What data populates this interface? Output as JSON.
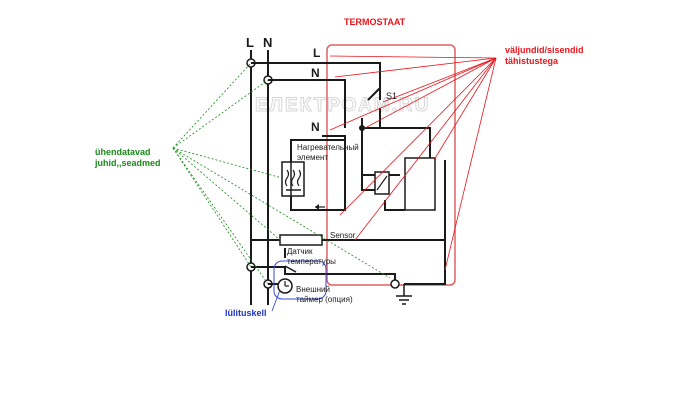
{
  "labels": {
    "termostaat": "TERMOSTAAT",
    "outputs_line1": "väljundid/sisendid",
    "outputs_line2": "tähistustega",
    "connected_line1": "ühendatavad",
    "connected_line2": "juhid,,seadmed",
    "timer_switch": "lülituskell",
    "bus_L": "L",
    "bus_N": "N",
    "term_L": "L",
    "term_N1": "N",
    "term_N2": "N",
    "s1": "S1",
    "heater_line1": "Нагревательный",
    "heater_line2": "элемент",
    "sensor": "Sensor",
    "temp_sensor_line1": "Датчик",
    "temp_sensor_line2": "температуры",
    "ext_timer_line1": "Внешний",
    "ext_timer_line2": "таймер (опция)",
    "watermark": "ЕЛЕКТРОАМ.RU"
  },
  "colors": {
    "termostaat": "#e8141c",
    "connected": "#1a8a1a",
    "timer_switch": "#1f33c8",
    "wire": "#1a1a1a",
    "box": "#e06060"
  }
}
